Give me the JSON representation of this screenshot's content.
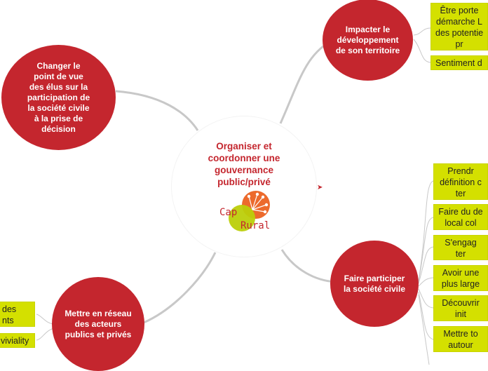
{
  "center": {
    "title_lines": [
      "Organiser et",
      "coordonner une",
      "gouvernance",
      "public/privé"
    ],
    "logo_words": [
      "Cap",
      "Rural"
    ]
  },
  "nodes": {
    "impacter": [
      "Impacter le",
      "développement",
      "de son territoire"
    ],
    "changer": [
      "Changer le",
      "point de vue",
      "des élus sur la",
      "participation de",
      "la société civile",
      "à la prise de",
      "décision"
    ],
    "faire": [
      "Faire participer",
      "la société civile"
    ],
    "mettre": [
      "Mettre en réseau",
      "des acteurs",
      "publics et privés"
    ]
  },
  "leaves_top": [
    [
      "Être porte",
      "démarche L",
      "des potentie",
      "pr"
    ],
    [
      "Sentiment d"
    ]
  ],
  "leaves_right": [
    [
      "Prendr",
      "définition c",
      "ter"
    ],
    [
      "Faire du de",
      "local col"
    ],
    [
      "S'engag",
      "ter"
    ],
    [
      "Avoir une",
      "plus large"
    ],
    [
      "Découvrir",
      "init"
    ],
    [
      "Mettre to",
      "autour"
    ]
  ],
  "leaves_left": [
    [
      "des",
      "nts"
    ],
    [
      "viviality"
    ]
  ],
  "colors": {
    "node_red": "#c4262e",
    "leaf_green": "#d4e000",
    "link_grey": "#c8c8c8",
    "logo_orange": "#ec6a2c",
    "logo_green": "#bccf0a"
  }
}
